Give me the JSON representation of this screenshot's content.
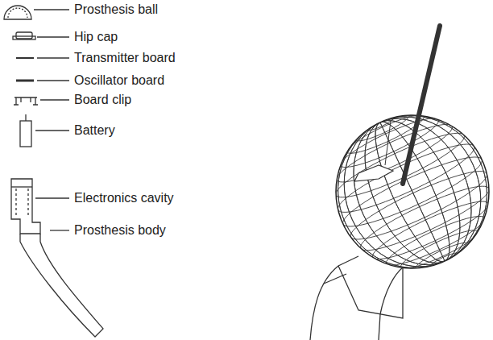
{
  "diagram": {
    "labels": [
      "Prosthesis ball",
      "Hip cap",
      "Transmitter board",
      "Oscillator board",
      "Board clip",
      "Battery",
      "Electronics cavity",
      "Prosthesis body"
    ]
  }
}
